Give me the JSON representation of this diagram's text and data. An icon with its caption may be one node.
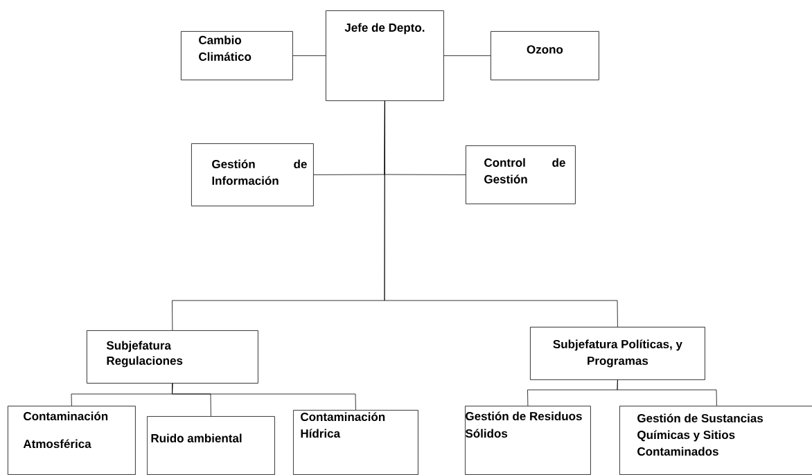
{
  "diagram": {
    "nodes": [
      {
        "text": [
          "Jefe de Depto."
        ]
      },
      {
        "text": [
          "Cambio Climático"
        ]
      },
      {
        "text": [
          "Ozono"
        ]
      },
      {
        "text": [
          "Gestión de Información"
        ]
      },
      {
        "text": [
          "Control de Gestión"
        ]
      },
      {
        "text": [
          "Subjefatura Regulaciones"
        ]
      },
      {
        "text": [
          "Subjefatura Políticas, y Programas"
        ]
      },
      {
        "text": [
          "Contaminación Atmosférica"
        ]
      },
      {
        "text": [
          "Ruido ambiental"
        ]
      },
      {
        "text": [
          "Contaminación Hídrica"
        ]
      },
      {
        "text": [
          "Gestión de Residuos Sólidos"
        ]
      },
      {
        "text": [
          "Gestión de Sustancias Químicas y Sitios Contaminados"
        ]
      }
    ],
    "edges": [
      {
        "from": 0,
        "to": 1,
        "arrow": "none"
      },
      {
        "from": 0,
        "to": 2,
        "arrow": "none"
      },
      {
        "from": 0,
        "to": 3,
        "arrow": "none"
      },
      {
        "from": 0,
        "to": 4,
        "arrow": "none"
      },
      {
        "from": 0,
        "to": 5,
        "arrow": "none"
      },
      {
        "from": 0,
        "to": 6,
        "arrow": "none"
      },
      {
        "from": 5,
        "to": 7,
        "arrow": "none"
      },
      {
        "from": 5,
        "to": 8,
        "arrow": "none"
      },
      {
        "from": 5,
        "to": 9,
        "arrow": "none"
      },
      {
        "from": 6,
        "to": 10,
        "arrow": "none"
      },
      {
        "from": 6,
        "to": 11,
        "arrow": "none"
      }
    ]
  }
}
